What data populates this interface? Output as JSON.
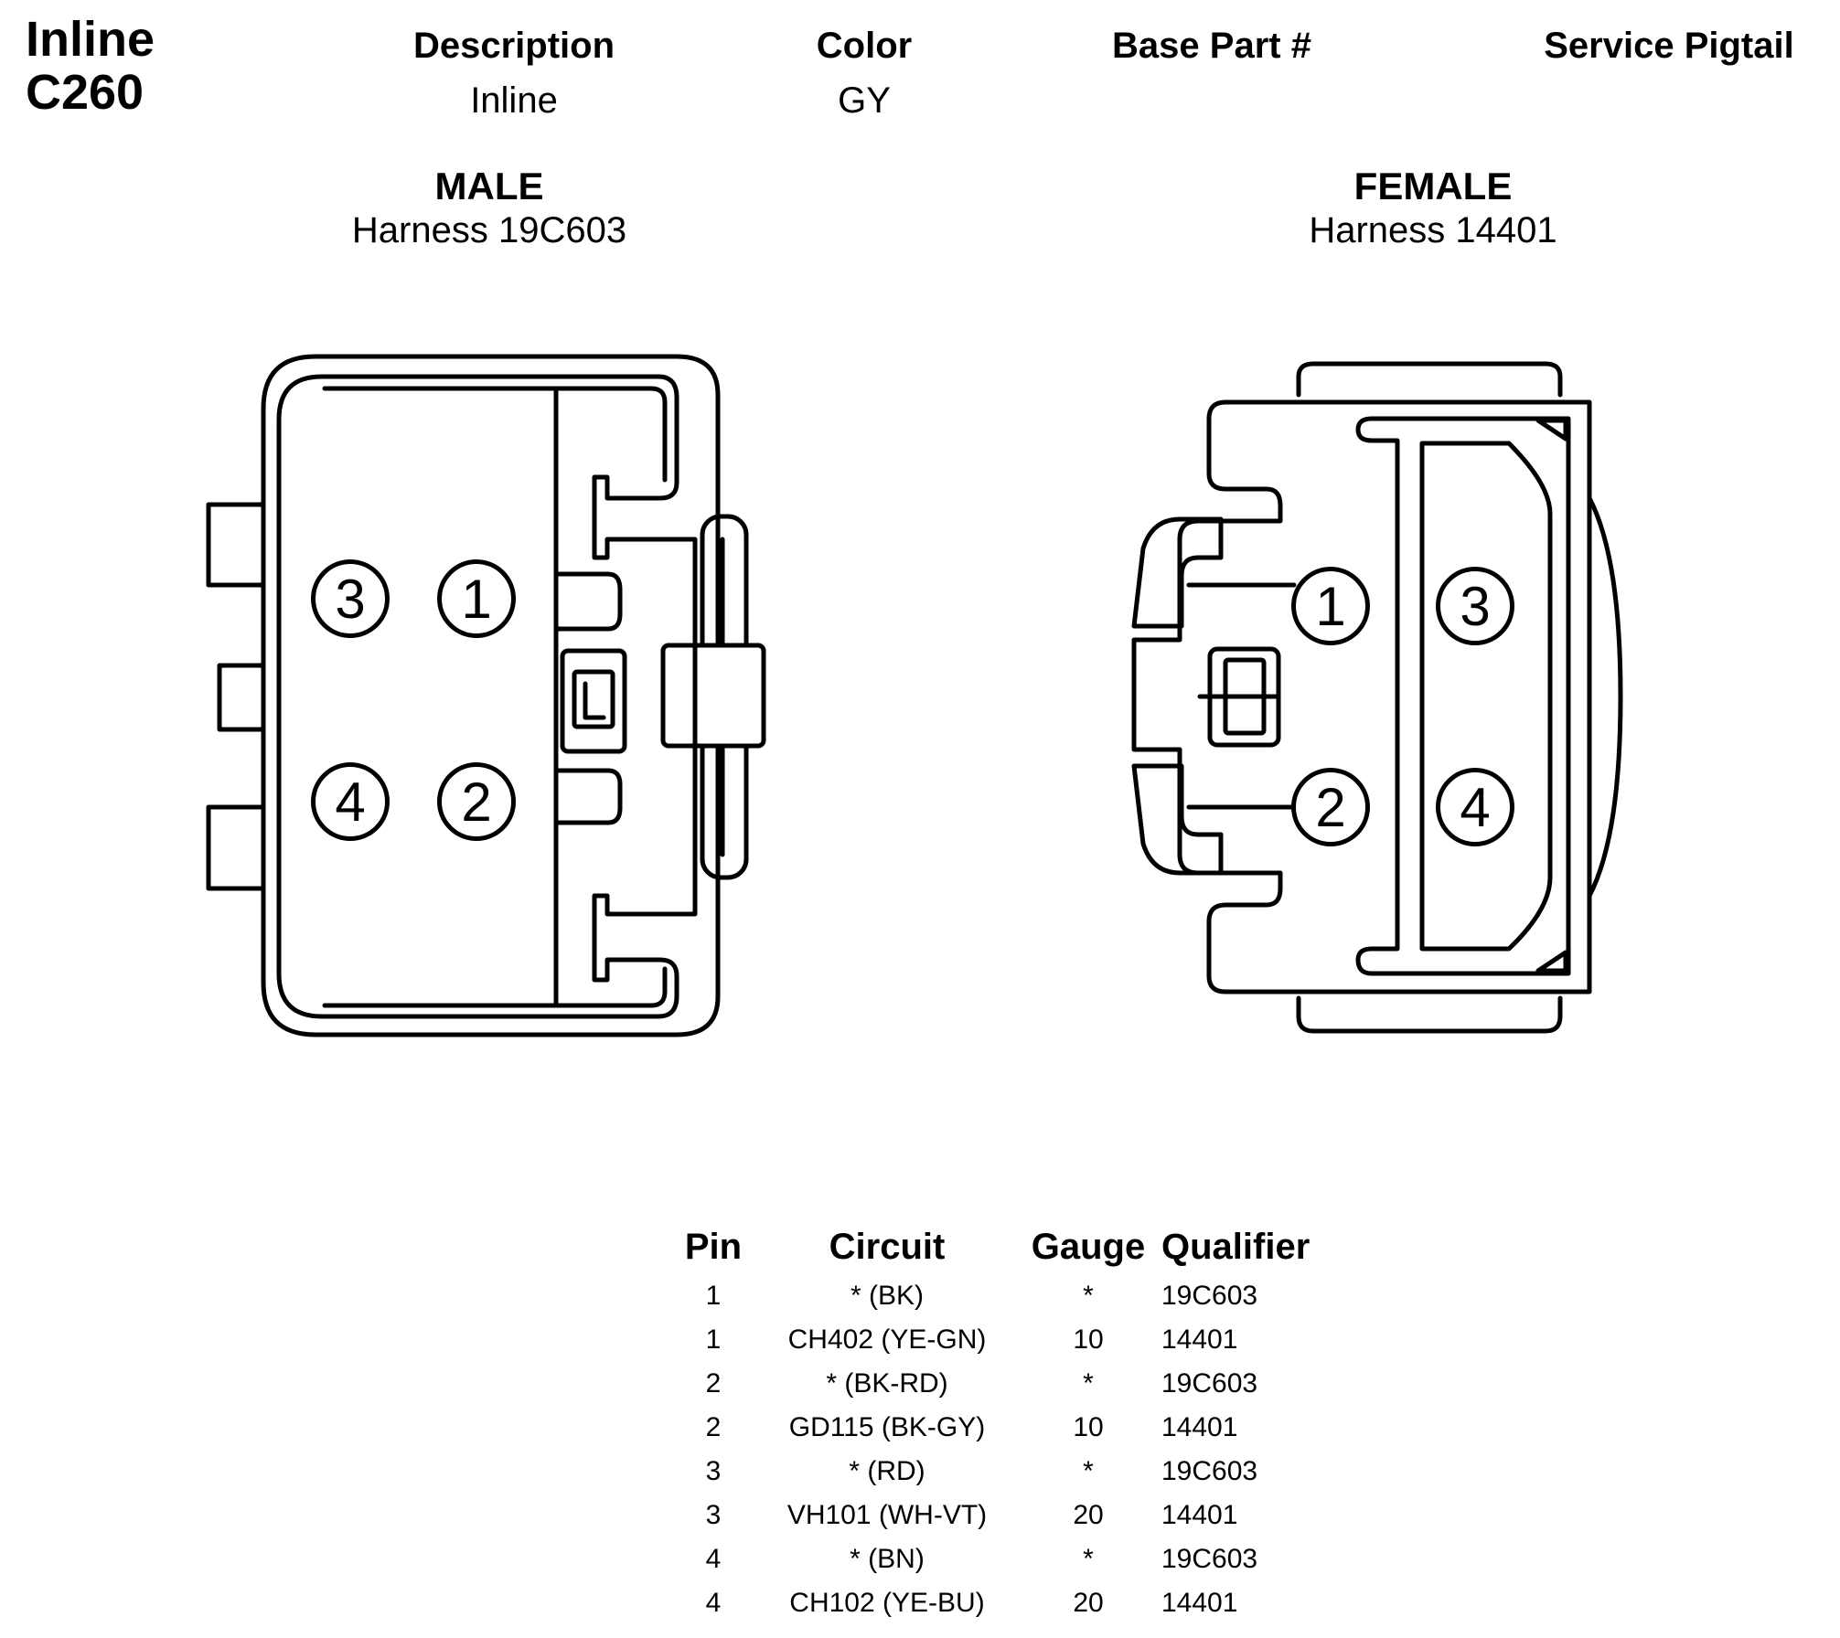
{
  "connector": {
    "line1": "Inline",
    "line2": "C260"
  },
  "header": {
    "description": {
      "label": "Description",
      "value": "Inline"
    },
    "color": {
      "label": "Color",
      "value": "GY"
    },
    "base_part": {
      "label": "Base Part #",
      "value": ""
    },
    "service_pigtail": {
      "label": "Service Pigtail",
      "value": ""
    }
  },
  "male": {
    "gender": "MALE",
    "harness": "Harness 19C603",
    "pins": [
      "3",
      "1",
      "4",
      "2"
    ]
  },
  "female": {
    "gender": "FEMALE",
    "harness": "Harness 14401",
    "pins": [
      "1",
      "3",
      "2",
      "4"
    ]
  },
  "table": {
    "headers": {
      "pin": "Pin",
      "circuit": "Circuit",
      "gauge": "Gauge",
      "qualifier": "Qualifier"
    },
    "rows": [
      {
        "pin": "1",
        "circuit": "* (BK)",
        "gauge": "*",
        "qualifier": "19C603"
      },
      {
        "pin": "1",
        "circuit": "CH402 (YE-GN)",
        "gauge": "10",
        "qualifier": "14401"
      },
      {
        "pin": "2",
        "circuit": "* (BK-RD)",
        "gauge": "*",
        "qualifier": "19C603"
      },
      {
        "pin": "2",
        "circuit": "GD115 (BK-GY)",
        "gauge": "10",
        "qualifier": "14401"
      },
      {
        "pin": "3",
        "circuit": "* (RD)",
        "gauge": "*",
        "qualifier": "19C603"
      },
      {
        "pin": "3",
        "circuit": "VH101 (WH-VT)",
        "gauge": "20",
        "qualifier": "14401"
      },
      {
        "pin": "4",
        "circuit": "* (BN)",
        "gauge": "*",
        "qualifier": "19C603"
      },
      {
        "pin": "4",
        "circuit": "CH102 (YE-BU)",
        "gauge": "20",
        "qualifier": "14401"
      }
    ]
  }
}
